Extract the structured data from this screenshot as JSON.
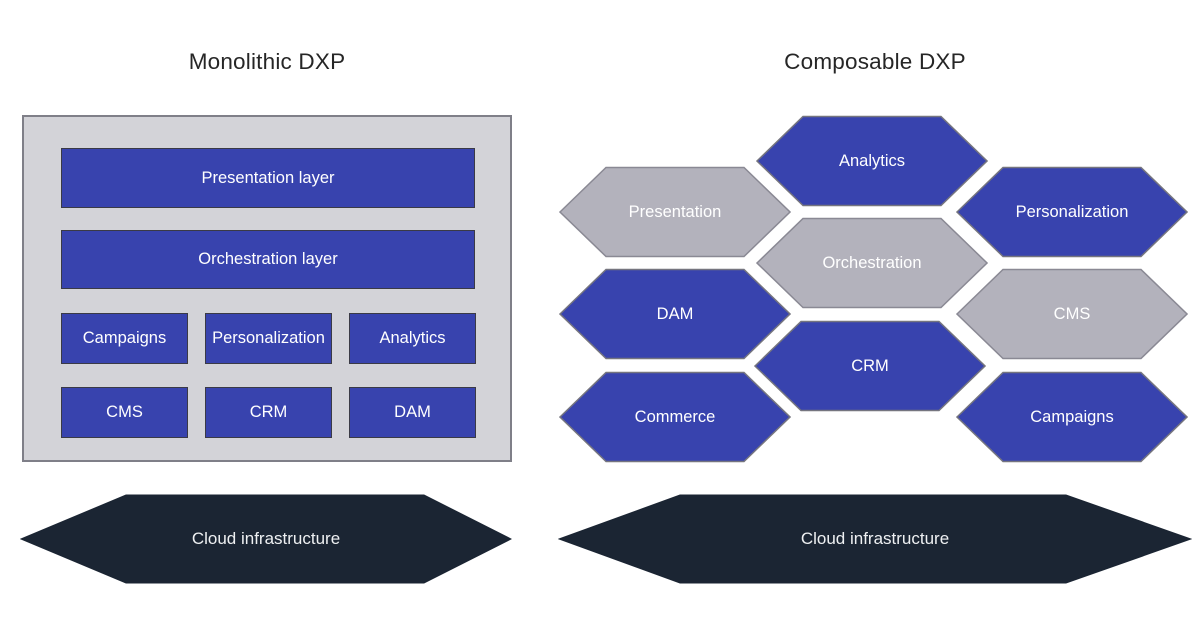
{
  "left_panel": {
    "title": "Monolithic DXP",
    "layers": [
      {
        "label": "Presentation layer"
      },
      {
        "label": "Orchestration layer"
      }
    ],
    "modules_row1": [
      "Campaigns",
      "Personalization",
      "Analytics"
    ],
    "modules_row2": [
      "CMS",
      "CRM",
      "DAM"
    ],
    "cloud_label": "Cloud infrastructure"
  },
  "right_panel": {
    "title": "Composable DXP",
    "hexagons": [
      {
        "label": "Analytics",
        "variant": "blue"
      },
      {
        "label": "Presentation",
        "variant": "gray"
      },
      {
        "label": "Personalization",
        "variant": "blue"
      },
      {
        "label": "Orchestration",
        "variant": "gray"
      },
      {
        "label": "DAM",
        "variant": "blue"
      },
      {
        "label": "CMS",
        "variant": "gray"
      },
      {
        "label": "CRM",
        "variant": "blue"
      },
      {
        "label": "Commerce",
        "variant": "blue"
      },
      {
        "label": "Campaigns",
        "variant": "blue"
      }
    ],
    "cloud_label": "Cloud infrastructure"
  },
  "colors": {
    "module_blue": "#3843ae",
    "module_gray": "#b3b2bc",
    "panel_background": "#d3d3d8",
    "panel_border": "#7f7f88",
    "cloud_navy": "#1b2533",
    "shape_text": "#ffffff",
    "title_text": "#262626"
  }
}
